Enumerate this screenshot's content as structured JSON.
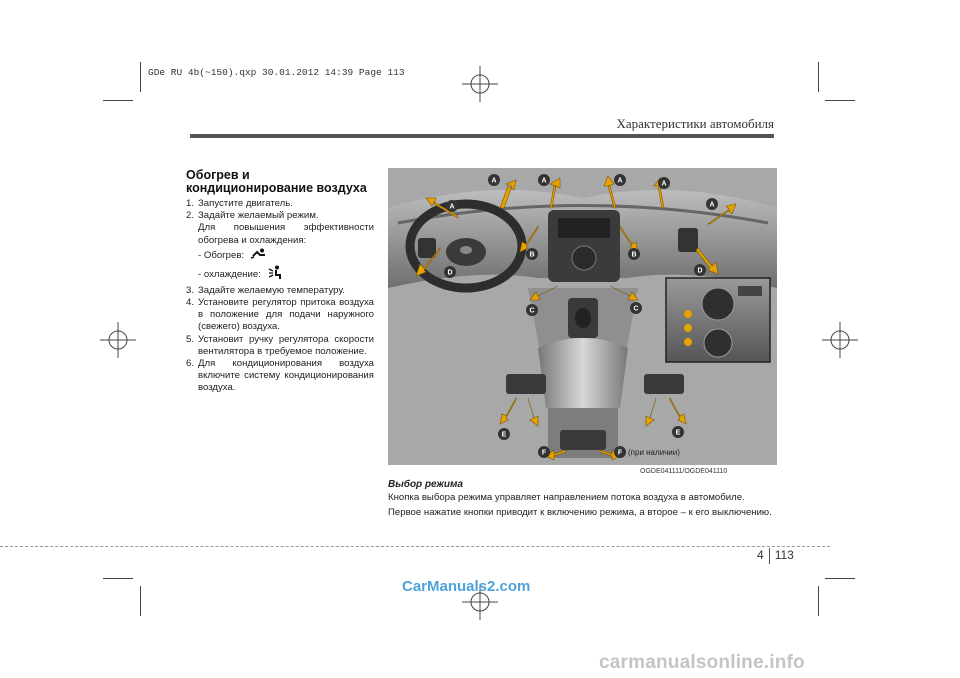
{
  "print_header": "GDe RU 4b(~150).qxp  30.01.2012  14:39  Page 113",
  "running_head": "Характеристики автомобиля",
  "section_title": "Обогрев и кондиционирование воздуха",
  "steps": [
    {
      "num": "1.",
      "text": "Запустите двигатель."
    },
    {
      "num": "2.",
      "text": "Задайте желаемый режим."
    },
    {
      "num": "",
      "text": "Для повышения эффективности обогрева и охлаждения:"
    },
    {
      "num": "",
      "text": "- Обогрев:",
      "icon": "heating-mode-icon"
    },
    {
      "num": "",
      "text": "- охлаждение:",
      "icon": "cooling-mode-icon"
    },
    {
      "num": "3.",
      "text": "Задайте желаемую температуру."
    },
    {
      "num": "4.",
      "text": "Установите регулятор притока воздуха в положение для подачи наружного (свежего) воздуха."
    },
    {
      "num": "5.",
      "text": "Установит ручку регулятора скорости вентилятора в требуемое положение."
    },
    {
      "num": "6.",
      "text": "Для кондиционирования воздуха включите систему кондиционирования воздуха."
    }
  ],
  "figure": {
    "labels": [
      "A",
      "A",
      "A",
      "A",
      "A",
      "A",
      "B",
      "B",
      "C",
      "C",
      "D",
      "D",
      "E",
      "E",
      "F",
      "F"
    ],
    "note": "(при наличии)",
    "code": "OGDE041111/OGDE041110"
  },
  "sub_heading": "Выбор режима",
  "para1": "Кнопка выбора режима управляет направлением потока воздуха в автомобиле.",
  "para2": "Первое нажатие кнопки приводит к включению режима, а второе – к его выключению.",
  "page_number": {
    "chapter": "4",
    "page": "113"
  },
  "watermarks": {
    "top": "CarManuals2.com",
    "bottom": "carmanualsonline.info"
  },
  "colors": {
    "arrow": "#e8a200",
    "label_bg": "#333333",
    "rule": "#555555"
  }
}
